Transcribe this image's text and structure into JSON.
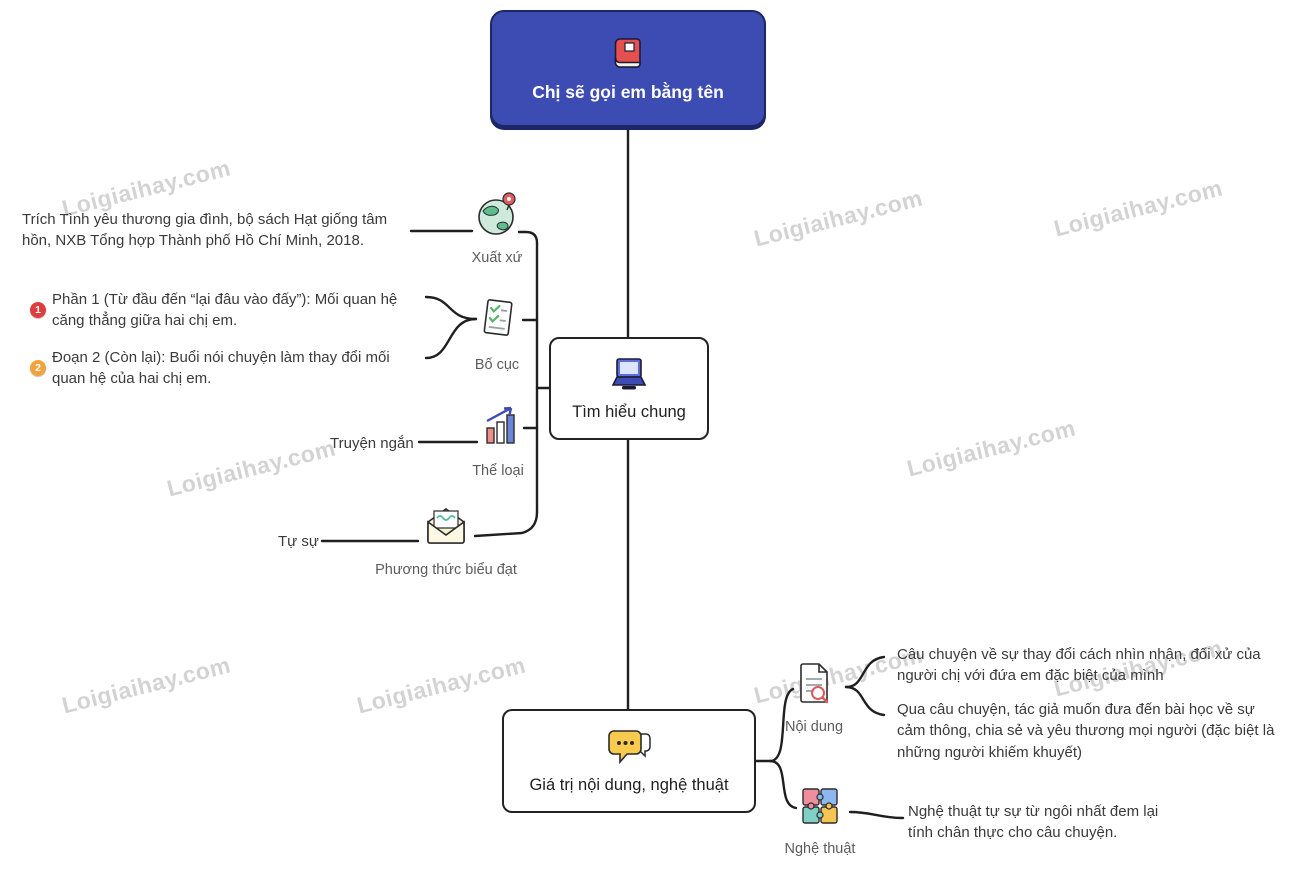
{
  "watermark": "Loigiaihay.com",
  "colors": {
    "root_bg": "#3d4cb2",
    "root_border": "#1d2766",
    "line": "#1f1f1f",
    "badge1": "#e03e3e",
    "badge2": "#f2a33c"
  },
  "root": {
    "title": "Chị sẽ gọi em bằng tên",
    "icon": "red-book-icon"
  },
  "section_overview": {
    "title": "Tìm hiểu chung",
    "icon": "blue-book-icon",
    "xuat_xu": {
      "label": "Xuất xứ",
      "icon": "globe-icon",
      "text": "Trích Tình yêu thương gia đình, bộ sách Hạt giống tâm hồn, NXB Tổng hợp Thành phố Hồ Chí Minh, 2018."
    },
    "bo_cuc": {
      "label": "Bố cục",
      "icon": "checklist-icon",
      "items": [
        {
          "num": "1",
          "text": "Phần 1 (Từ đầu đến “lại đâu vào đấy”): Mối quan hệ căng thẳng giữa hai chị em."
        },
        {
          "num": "2",
          "text": "Đoạn 2 (Còn lại): Buổi nói chuyện làm thay đổi mối quan hệ của hai chị em."
        }
      ]
    },
    "the_loai": {
      "label": "Thể loại",
      "icon": "bar-chart-icon",
      "text": "Truyện ngắn"
    },
    "phuong_thuc": {
      "label": "Phương thức biểu đạt",
      "icon": "envelope-icon",
      "text": "Tự sự"
    }
  },
  "section_values": {
    "title": "Giá trị nội dung, nghệ thuật",
    "icon": "chat-bubble-icon",
    "noi_dung": {
      "label": "Nội dung",
      "icon": "document-search-icon",
      "items": [
        "Câu chuyện về sự thay đổi cách nhìn nhận, đối xử của người chị với đứa em đặc biệt của mình",
        "Qua câu chuyện, tác giả muốn đưa đến bài học về sự cảm thông, chia sẻ và yêu thương mọi người (đặc biệt là những người khiếm khuyết)"
      ]
    },
    "nghe_thuat": {
      "label": "Nghệ thuật",
      "icon": "puzzle-icon",
      "text": "Nghệ thuật tự sự từ ngôi nhất đem lại tính chân thực cho câu chuyện."
    }
  }
}
